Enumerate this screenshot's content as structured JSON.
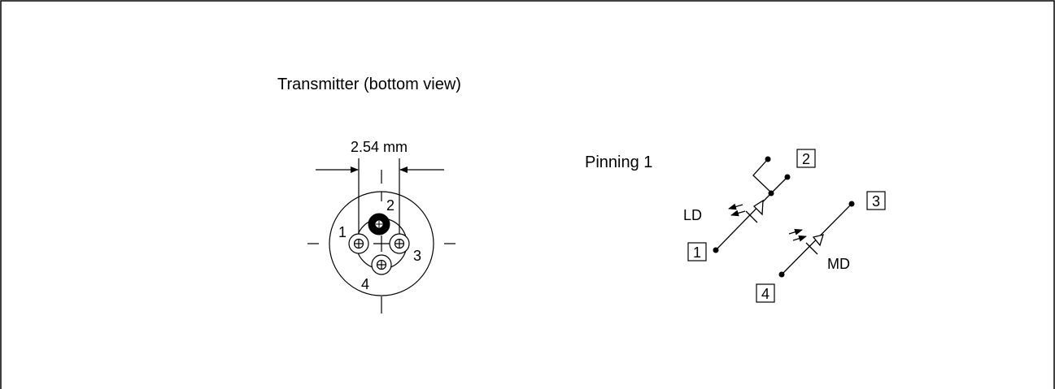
{
  "title": "Transmitter (bottom view)",
  "pitch_label": "2.54 mm",
  "pin_numbers": [
    "1",
    "2",
    "3",
    "4"
  ],
  "pinning_label": "Pinning 1",
  "pinning_pins": [
    "1",
    "2",
    "3",
    "4"
  ],
  "laser_diode_label": "LD",
  "monitor_diode_label": "MD"
}
